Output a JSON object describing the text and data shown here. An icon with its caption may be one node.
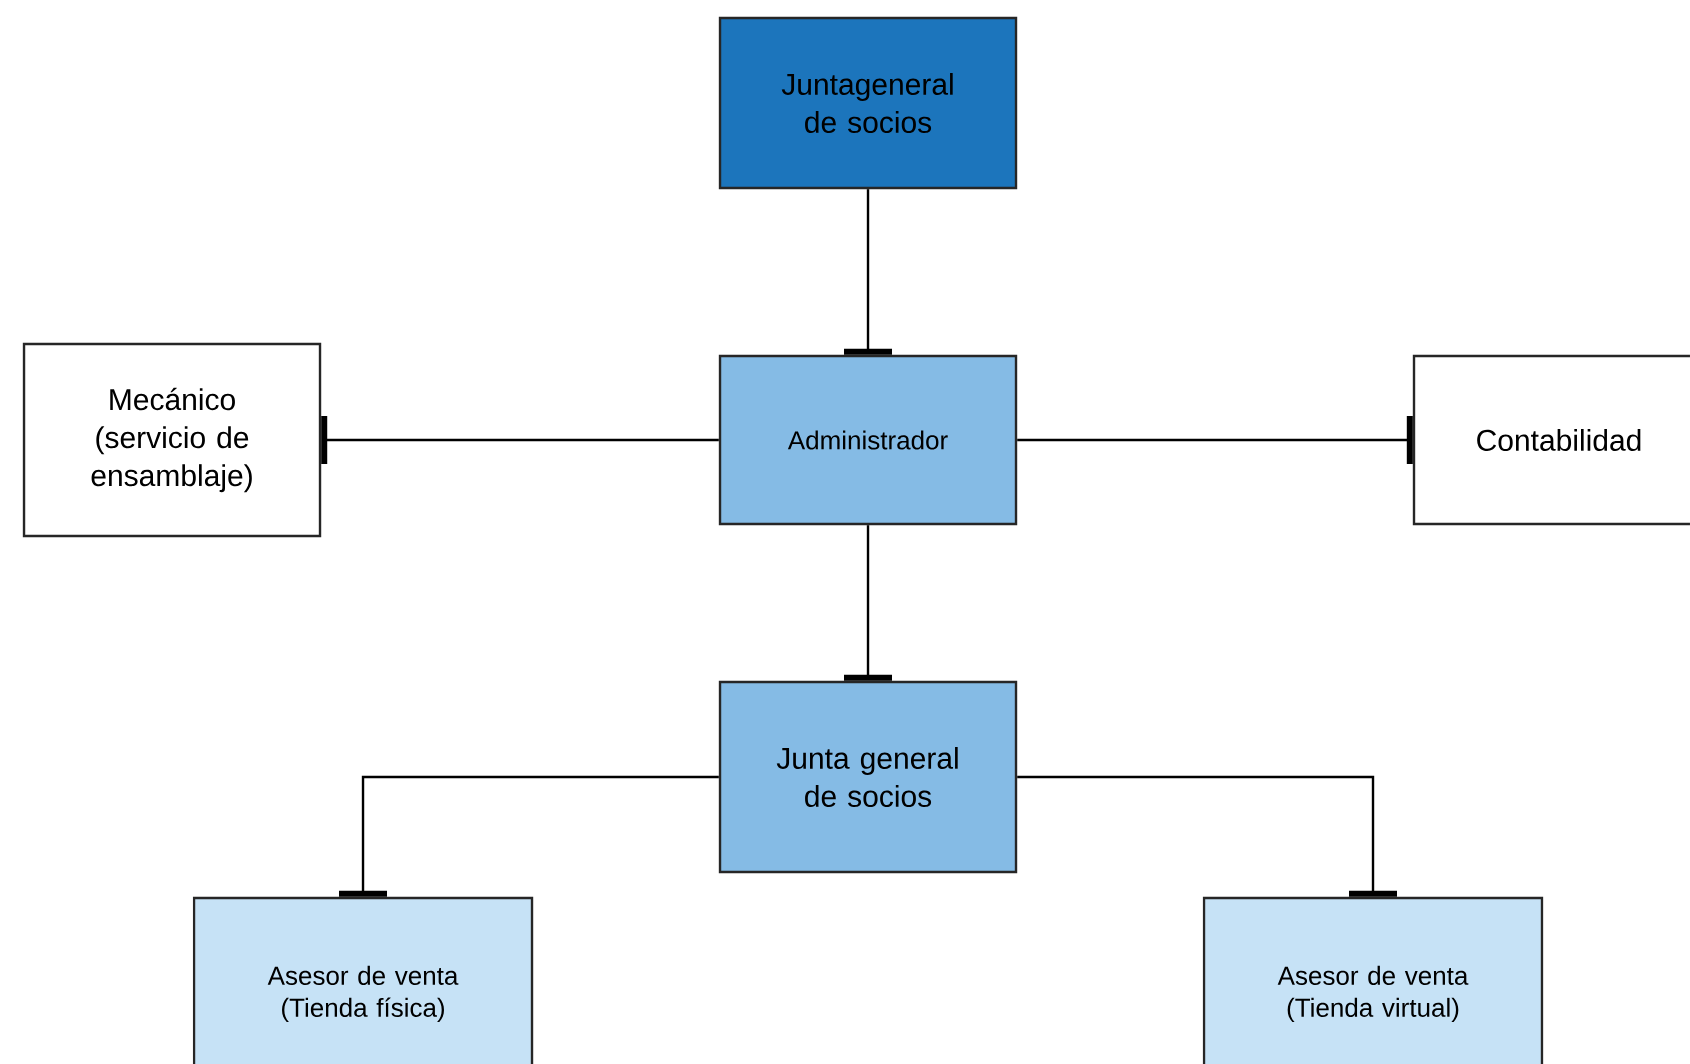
{
  "diagram": {
    "nodes": [
      {
        "text": [
          "Juntageneral de socios"
        ]
      },
      {
        "text": [
          "Mecánico (servicio de ensamblaje)"
        ]
      },
      {
        "text": [
          "Administrador"
        ]
      },
      {
        "text": [
          "Contabilidad"
        ]
      },
      {
        "text": [
          "Junta general de socios"
        ]
      },
      {
        "text": [
          "Asesor de venta (Tienda física)"
        ]
      },
      {
        "text": [
          "Asesor de venta (Tienda virtual)"
        ]
      }
    ],
    "edges": [
      {
        "from": 0,
        "to": 2,
        "arrow": "other"
      },
      {
        "from": 2,
        "to": 1,
        "arrow": "other"
      },
      {
        "from": 2,
        "to": 3,
        "arrow": "other"
      },
      {
        "from": 2,
        "to": 4,
        "arrow": "other"
      },
      {
        "from": 4,
        "to": 5,
        "arrow": "other"
      },
      {
        "from": 4,
        "to": 6,
        "arrow": "other"
      }
    ]
  }
}
